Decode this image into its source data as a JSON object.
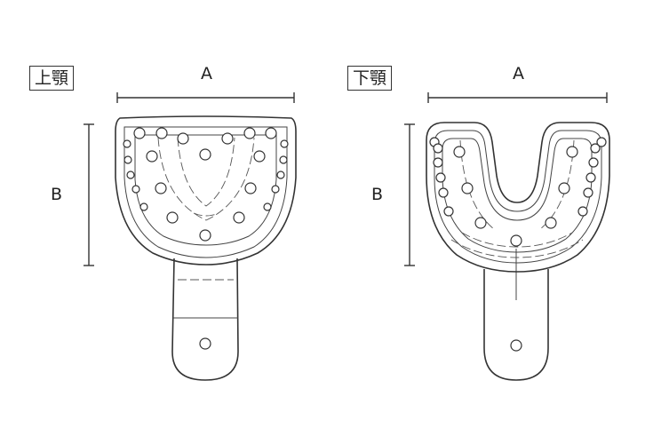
{
  "upper": {
    "tag": "上顎",
    "width_label": "A",
    "height_label": "B"
  },
  "lower": {
    "tag": "下顎",
    "width_label": "A",
    "height_label": "B"
  }
}
